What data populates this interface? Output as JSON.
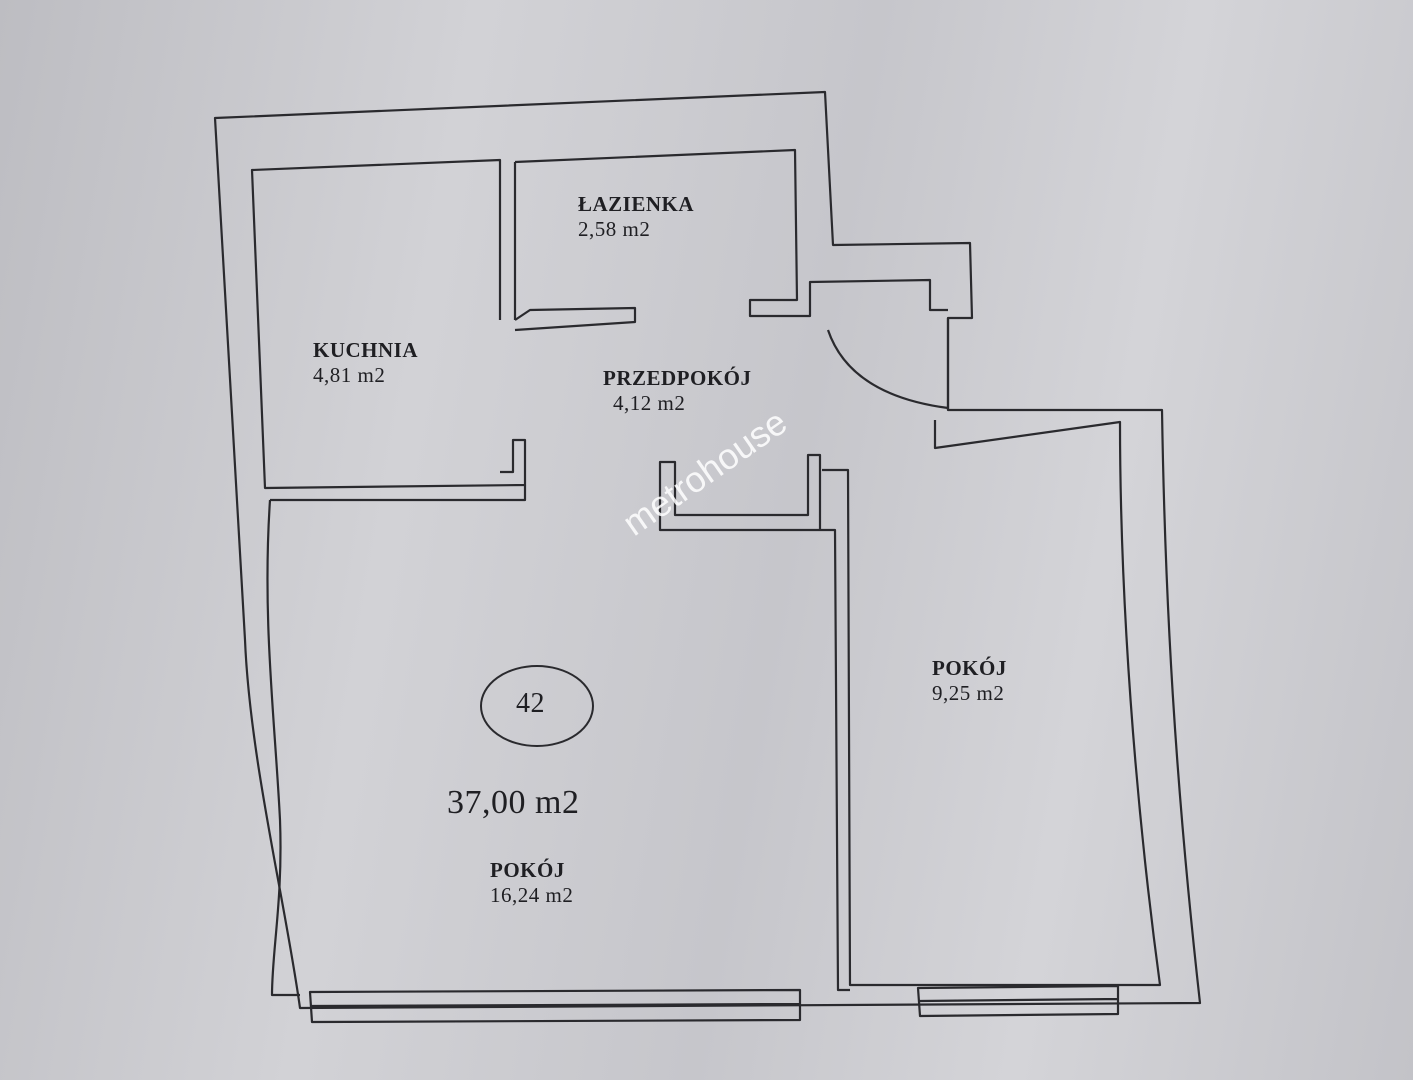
{
  "plan": {
    "unit_number": "42",
    "total_area": "37,00 m2",
    "watermark": "metrohouse",
    "rooms": [
      {
        "name": "ŁAZIENKA",
        "area": "2,58 m2"
      },
      {
        "name": "KUCHNIA",
        "area": "4,81 m2"
      },
      {
        "name": "PRZEDPOKÓJ",
        "area": "4,12 m2"
      },
      {
        "name": "POKÓJ",
        "area": "9,25 m2"
      },
      {
        "name": "POKÓJ",
        "area": "16,24 m2"
      }
    ]
  }
}
